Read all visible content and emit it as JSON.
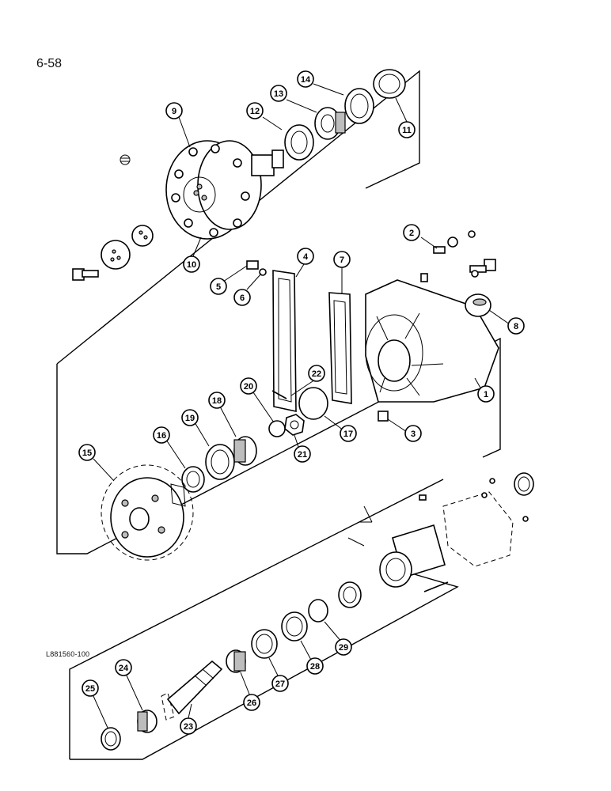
{
  "page_number": "6-58",
  "figure_code": "L881560-100",
  "callouts": [
    "1",
    "2",
    "3",
    "4",
    "5",
    "6",
    "7",
    "8",
    "9",
    "10",
    "11",
    "12",
    "13",
    "14",
    "15",
    "16",
    "17",
    "18",
    "19",
    "20",
    "21",
    "22",
    "23",
    "24",
    "25",
    "26",
    "27",
    "28",
    "29"
  ]
}
